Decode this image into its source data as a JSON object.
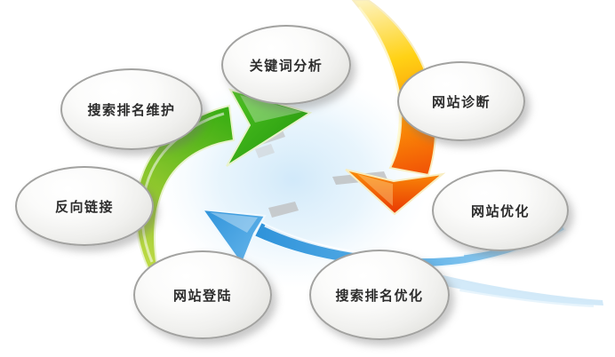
{
  "diagram": {
    "type": "cycle-diagram",
    "description": "SEO process cycle with seven elliptical nodes connected by three curved arrows",
    "nodes": [
      {
        "id": "keyword-analysis",
        "label": "关键词分析"
      },
      {
        "id": "website-diagnosis",
        "label": "网站诊断"
      },
      {
        "id": "website-optimization",
        "label": "网站优化"
      },
      {
        "id": "search-ranking-optimization",
        "label": "搜索排名优化"
      },
      {
        "id": "website-submission",
        "label": "网站登陆"
      },
      {
        "id": "backlinks",
        "label": "反向链接"
      },
      {
        "id": "search-ranking-maintenance",
        "label": "搜索排名维护"
      }
    ],
    "arrows": [
      {
        "id": "orange-arrow",
        "from": "关键词分析",
        "to": "网站优化",
        "direction": "clockwise, curving down the right side",
        "color_start": "#fdf2bb",
        "color_mid": "#ffd215",
        "color_end": "#ee4606"
      },
      {
        "id": "blue-arrow",
        "from": "网站优化",
        "to": "反向链接",
        "direction": "clockwise, sweeping left along the bottom",
        "color_start": "#b5ddf5",
        "color_end": "#2f93da"
      },
      {
        "id": "green-arrow",
        "from": "反向链接",
        "to": "关键词分析",
        "direction": "clockwise, curving up the left side",
        "color_start": "#bcd93a",
        "color_end": "#2aa50f"
      }
    ],
    "colors": {
      "background": "#ffffff",
      "node_fill": "#f1f1ef",
      "node_border": "#a2a2a0",
      "node_text": "#2c2c2c",
      "center_glow": "#d2e9f9"
    }
  }
}
